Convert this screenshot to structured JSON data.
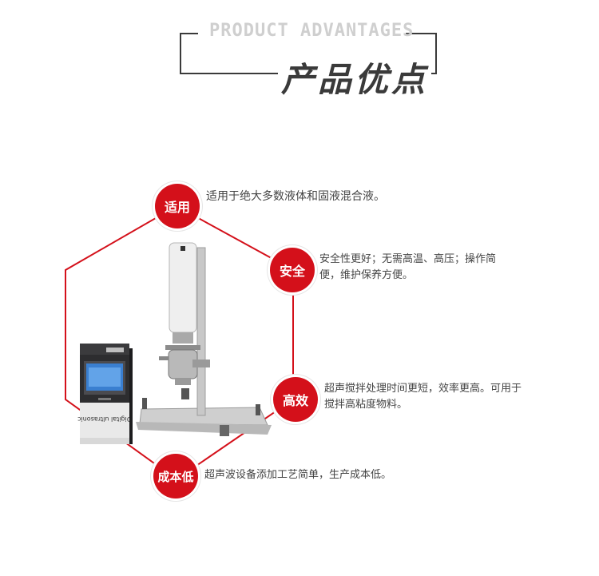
{
  "header": {
    "en_title": "PRODUCT ADVANTAGES",
    "cn_title": "产品优点"
  },
  "features": [
    {
      "label": "适用",
      "text": "适用于绝大多数液体和固液混合液。"
    },
    {
      "label": "安全",
      "text": "安全性更好；无需高温、高压；操作简便，维护保养方便。"
    },
    {
      "label": "高效",
      "text": "超声搅拌处理时间更短，效率更高。可用于搅拌高粘度物料。"
    },
    {
      "label": "成本低",
      "text": "超声波设备添加工艺简单，生产成本低。"
    }
  ],
  "device": {
    "brand_text": "Digital ultrasonic"
  },
  "colors": {
    "accent": "#d4101a",
    "frame": "#3a3a3a",
    "subtitle": "#cfcfcf"
  }
}
